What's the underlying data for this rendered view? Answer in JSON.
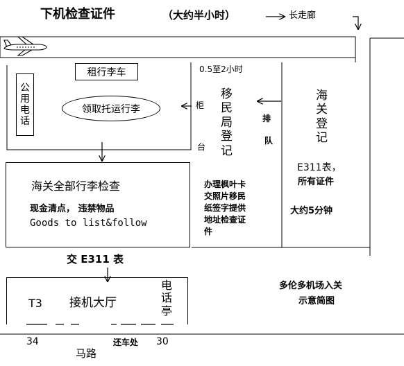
{
  "header": {
    "title": "下机检查证件",
    "duration_note": "（大约半小时）",
    "corridor_label": "长走廊"
  },
  "rental": {
    "label": "租行李车"
  },
  "public_phone": {
    "chars": [
      "公",
      "用",
      "电",
      "话"
    ]
  },
  "baggage_claim": {
    "label": "领取托运行李"
  },
  "counter": {
    "chars": [
      "柜",
      "台"
    ]
  },
  "immigration": {
    "time_label": "0.5至2小时",
    "chars": [
      "移",
      "民",
      "局",
      "登",
      "记"
    ],
    "notes": [
      "办理枫叶卡",
      "交照片移民",
      "纸签字提供",
      "地址检查证",
      "件"
    ]
  },
  "queue": {
    "chars": [
      "排",
      "队"
    ]
  },
  "customs_register": {
    "chars": [
      "海",
      "关",
      "登",
      "记"
    ],
    "form_line": "E311表，",
    "docs_line": "所有证件",
    "time_line": "大约5分钟"
  },
  "customs_check": {
    "title": "海关全部行李检查",
    "line1": "现金清点， 违禁物品",
    "line2": "Goods to list&follow"
  },
  "submit_form": {
    "label": "交 E311 表"
  },
  "terminal": {
    "name": "T3",
    "hall": "接机大厅",
    "booth_chars": [
      "电",
      "话",
      "亭"
    ]
  },
  "road": {
    "door_left": "34",
    "road_label": "马路",
    "car_return": "还车处",
    "door_right": "30"
  },
  "caption": {
    "line1": "多伦多机场入关",
    "line2": "示意简图"
  },
  "icons": {
    "plane": "airplane-icon"
  }
}
